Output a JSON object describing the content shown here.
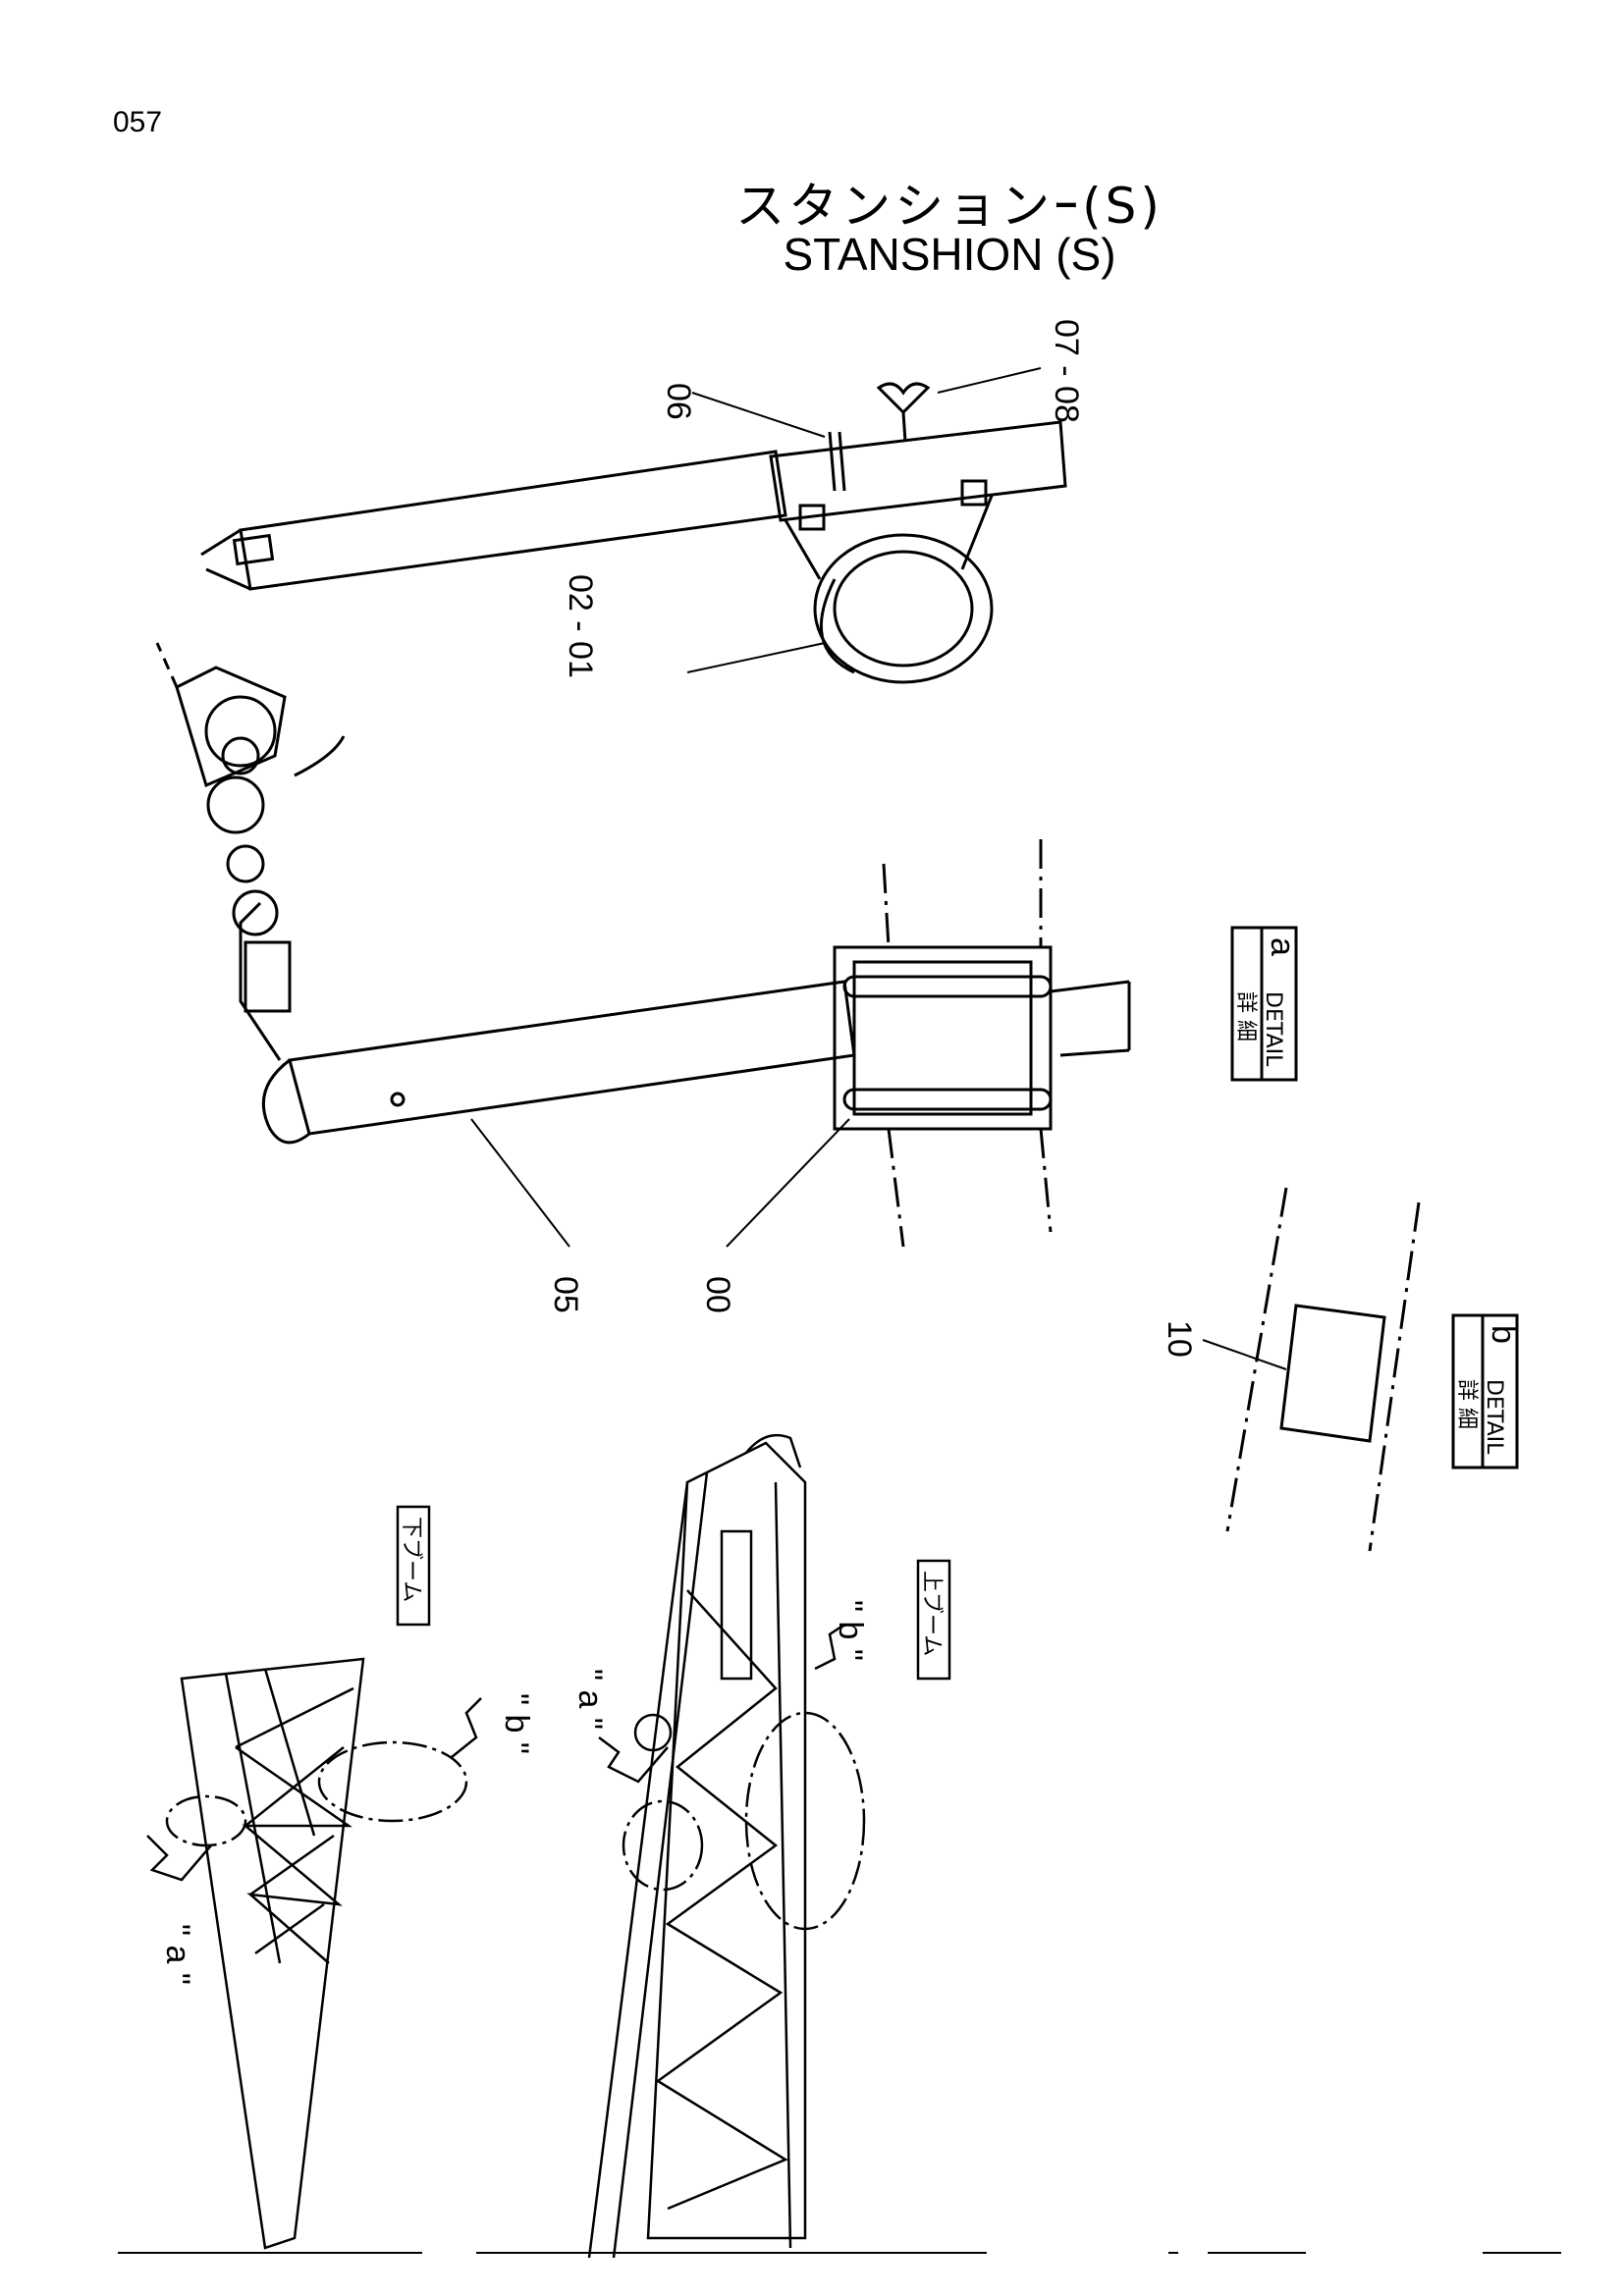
{
  "page": {
    "number": "057"
  },
  "title": {
    "japanese": "スタンションｰ(S)",
    "english": "STANSHION (S)"
  },
  "callouts": {
    "c06": "06",
    "c07_08": "07 - 08",
    "c01_02": "02 - 01",
    "c05": "05",
    "c00": "00",
    "c10": "10"
  },
  "detail_boxes": {
    "a": {
      "kanji": "詳 細",
      "word": "DETAIL",
      "letter": "a"
    },
    "b": {
      "kanji": "詳 細",
      "word": "DETAIL",
      "letter": "b"
    }
  },
  "boom_labels": {
    "lower": "下ブーム",
    "upper": "上ブーム"
  },
  "view_markers": {
    "lower_a": "\" a \"",
    "lower_b": "\" b \"",
    "upper_a": "\" a \"",
    "upper_b": "\" b \""
  }
}
